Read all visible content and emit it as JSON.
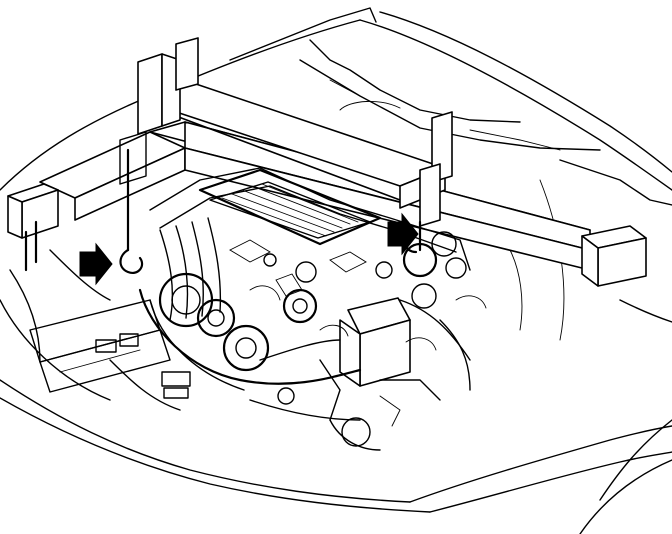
{
  "figure": {
    "subject": "engine-support-fixture-on-engine-compartment",
    "line_color": "#000000",
    "background_color": "#ffffff",
    "arrow_color": "#000000",
    "callouts": [
      {
        "id": "left-hook-point",
        "icon": "arrow-pointer-icon"
      },
      {
        "id": "right-hook-point",
        "icon": "arrow-pointer-icon"
      }
    ]
  }
}
